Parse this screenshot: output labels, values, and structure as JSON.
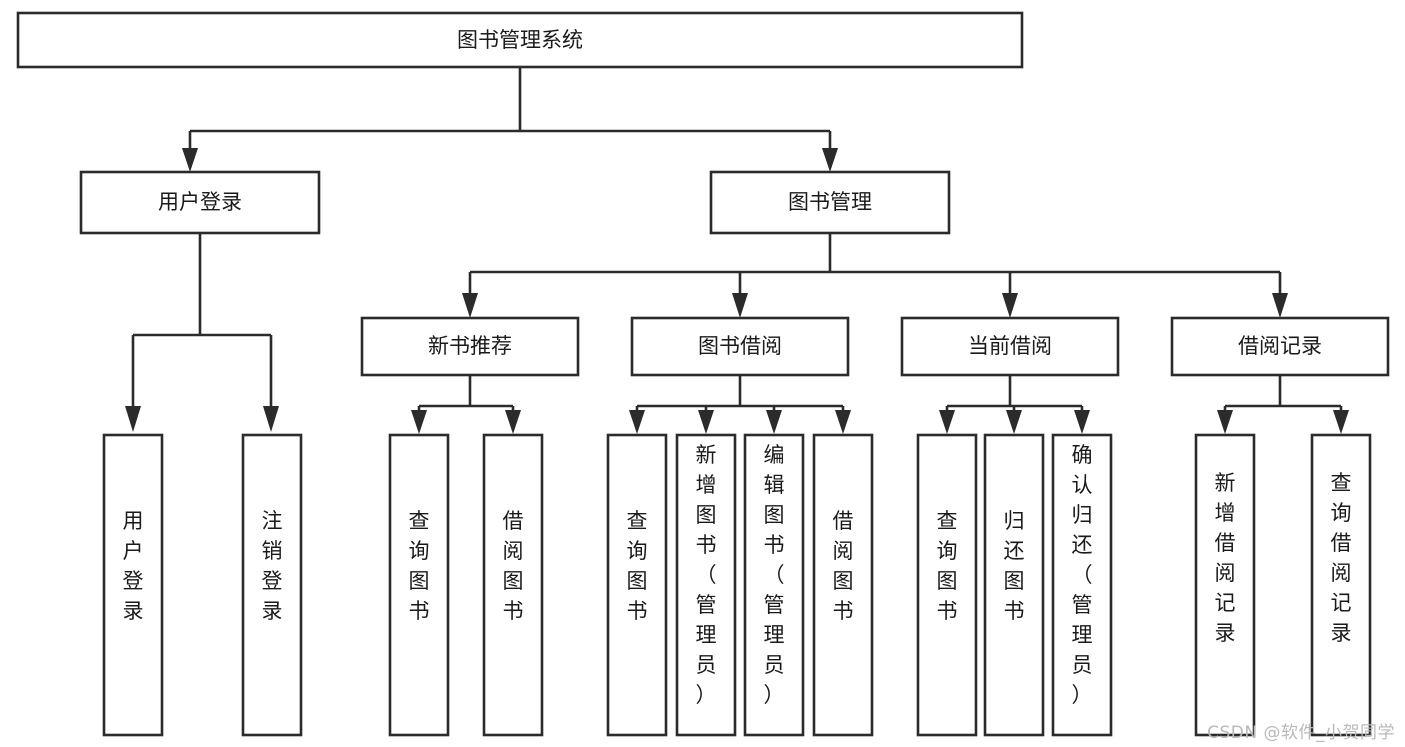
{
  "diagram": {
    "title": "图书管理系统",
    "type": "tree",
    "orientation": "top-down",
    "watermark": "CSDN @软件_小贺同学",
    "colors": {
      "stroke": "#2b2b2b",
      "fill": "#ffffff",
      "text": "#1a1a1a",
      "watermark": "#b9b9b9"
    },
    "levels": {
      "root": {
        "label": "图书管理系统"
      },
      "level2": [
        {
          "id": "user-login",
          "label": "用户登录"
        },
        {
          "id": "book-manage",
          "label": "图书管理"
        }
      ],
      "level3": [
        {
          "id": "new-book-recommend",
          "label": "新书推荐",
          "parent": "book-manage"
        },
        {
          "id": "book-borrow",
          "label": "图书借阅",
          "parent": "book-manage"
        },
        {
          "id": "current-borrow",
          "label": "当前借阅",
          "parent": "book-manage"
        },
        {
          "id": "borrow-record",
          "label": "借阅记录",
          "parent": "book-manage"
        }
      ],
      "leaves": [
        {
          "id": "leaf-user-login",
          "label": "用户登录",
          "parent": "user-login"
        },
        {
          "id": "leaf-logout-login",
          "label": "注销登录",
          "parent": "user-login"
        },
        {
          "id": "leaf-query-book-1",
          "label": "查询图书",
          "parent": "new-book-recommend"
        },
        {
          "id": "leaf-borrow-book-1",
          "label": "借阅图书",
          "parent": "new-book-recommend"
        },
        {
          "id": "leaf-query-book-2",
          "label": "查询图书",
          "parent": "book-borrow"
        },
        {
          "id": "leaf-add-book",
          "label": "新增图书（管理员）",
          "parent": "book-borrow"
        },
        {
          "id": "leaf-edit-book",
          "label": "编辑图书（管理员）",
          "parent": "book-borrow"
        },
        {
          "id": "leaf-borrow-book-2",
          "label": "借阅图书",
          "parent": "book-borrow"
        },
        {
          "id": "leaf-query-book-3",
          "label": "查询图书",
          "parent": "current-borrow"
        },
        {
          "id": "leaf-return-book",
          "label": "归还图书",
          "parent": "current-borrow"
        },
        {
          "id": "leaf-confirm-return",
          "label": "确认归还（管理员）",
          "parent": "current-borrow"
        },
        {
          "id": "leaf-add-record",
          "label": "新增借阅记录",
          "parent": "borrow-record"
        },
        {
          "id": "leaf-query-record",
          "label": "查询借阅记录",
          "parent": "borrow-record"
        }
      ]
    }
  }
}
